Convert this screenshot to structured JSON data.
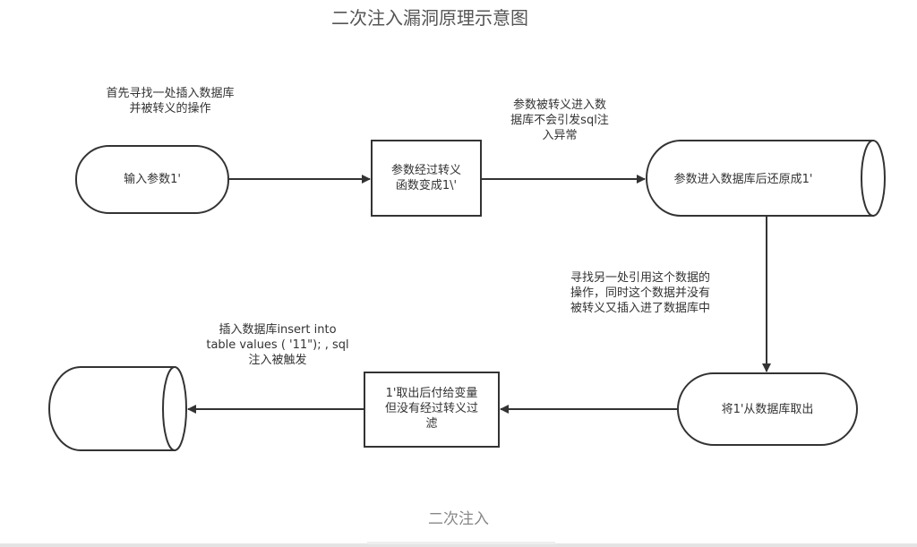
{
  "title": "二次注入漏洞原理示意图",
  "caption": "二次注入",
  "nodes": {
    "input_param": {
      "label": "输入参数1'"
    },
    "escape_func": {
      "label_lines": [
        "参数经过转义",
        "函数变成1\\'"
      ]
    },
    "db_restore": {
      "label": "参数进入数据库后还原成1'"
    },
    "fetch_from_db": {
      "label": "将1'从数据库取出"
    },
    "assign_var": {
      "label_lines": [
        "1'取出后付给变量",
        "但没有经过转义过",
        "滤"
      ]
    },
    "target_db": {
      "label": ""
    }
  },
  "annotations": {
    "step1": {
      "lines": [
        "首先寻找一处插入数据库",
        "并被转义的操作"
      ]
    },
    "step2": {
      "lines": [
        "参数被转义进入数",
        "据库不会引发sql注",
        "入异常"
      ]
    },
    "step3": {
      "lines": [
        "寻找另一处引用这个数据的",
        "操作，同时这个数据并没有",
        "被转义又插入进了数据库中"
      ]
    },
    "step4": {
      "lines": [
        "插入数据库insert into",
        "table values ( '11\"); , sql",
        "注入被触发"
      ]
    }
  },
  "colors": {
    "stroke": "#333333",
    "text": "#333333",
    "title": "#555555",
    "caption": "#888888"
  }
}
